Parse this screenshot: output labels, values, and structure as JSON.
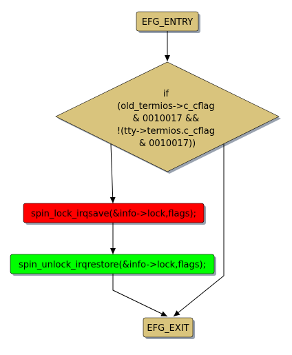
{
  "diagram": {
    "type": "flowchart",
    "colors": {
      "terminal_fill": "#d9c47d",
      "decision_fill": "#d9c47d",
      "lock_fill": "#ff0000",
      "unlock_fill": "#00ff00",
      "shadow": "#9aa3b0",
      "stroke": "#000000"
    },
    "nodes": {
      "entry": {
        "label": "EFG_ENTRY"
      },
      "decision": {
        "lines": [
          "if",
          "(old_termios->c_cflag",
          "& 0010017 &&",
          "!(tty->termios.c_cflag",
          "& 0010017))"
        ]
      },
      "lock": {
        "label": "spin_lock_irqsave(&info->lock,flags);"
      },
      "unlock": {
        "label": "spin_unlock_irqrestore(&info->lock,flags);"
      },
      "exit": {
        "label": "EFG_EXIT"
      }
    }
  }
}
